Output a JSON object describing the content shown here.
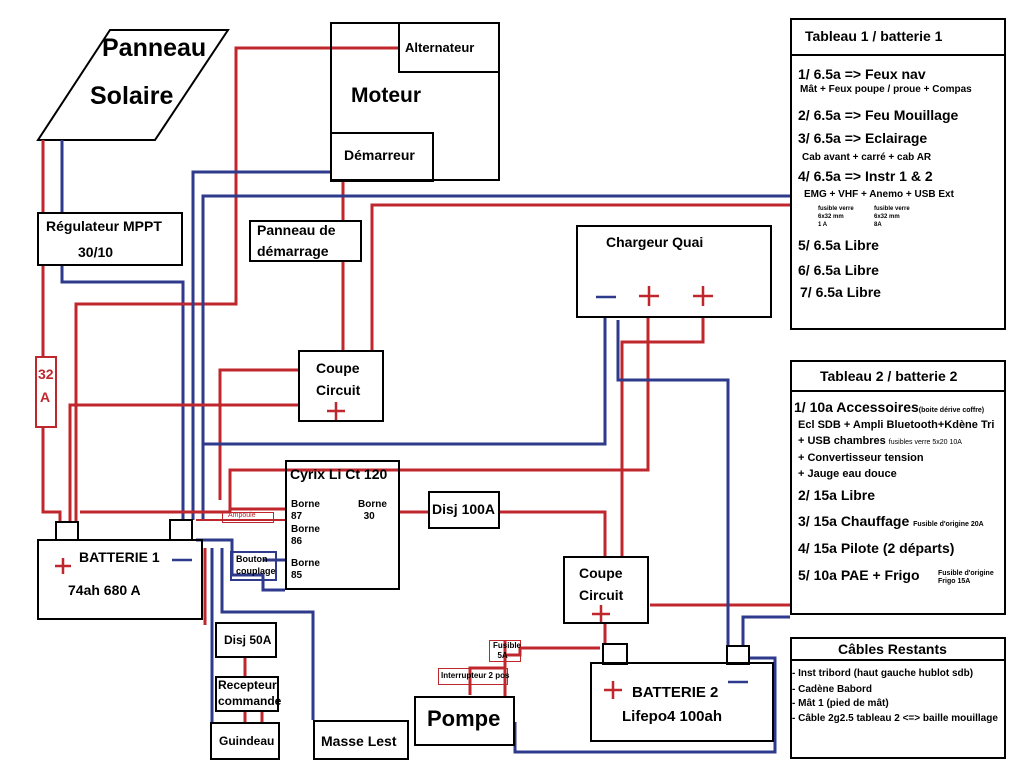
{
  "solar": {
    "line1": "Panneau",
    "line2": "Solaire"
  },
  "regulator": {
    "line1": "Régulateur MPPT",
    "line2": "30/10"
  },
  "fuse32": {
    "line1": "32",
    "line2": "A"
  },
  "engine": {
    "title": "Moteur",
    "alternator": "Alternateur",
    "starter": "Démarreur"
  },
  "start_panel": {
    "line1": "Panneau de",
    "line2": "démarrage"
  },
  "breaker1": {
    "line1": "Coupe",
    "line2": "Circuit"
  },
  "breaker2": {
    "line1": "Coupe",
    "line2": "Circuit"
  },
  "charger": {
    "title": "Chargeur Quai"
  },
  "battery1": {
    "title": "BATTERIE 1",
    "spec": "74ah 680 A"
  },
  "battery2": {
    "title": "BATTERIE 2",
    "spec": "Lifepo4 100ah"
  },
  "cyrix": {
    "title": "Cyrix Li Ct 120",
    "borne": "Borne",
    "b87": "87",
    "b86": "86",
    "b85": "85",
    "b30": "30",
    "bulb": "Ampoule",
    "button_line1": "Bouton",
    "button_line2": "couplage"
  },
  "disj100": {
    "label": "Disj 100A"
  },
  "disj50": {
    "label": "Disj   50A"
  },
  "receiver": {
    "line1": "Recepteur",
    "line2": "commande"
  },
  "windlass": {
    "label": "Guindeau"
  },
  "keel": {
    "label": "Masse Lest"
  },
  "pump": {
    "label": "Pompe",
    "fuse_line1": "Fusible",
    "fuse_line2": "5A",
    "switch": "Interrupteur 2 pos"
  },
  "tableau1": {
    "title": "Tableau 1 / batterie 1",
    "l1": "1/ 6.5a => Feux nav",
    "l1d": "Mât + Feux poupe / proue + Compas",
    "l2": "2/ 6.5a => Feu Mouillage",
    "l3": "3/ 6.5a => Eclairage",
    "l3d": "Cab avant + carré + cab AR",
    "l4": "4/ 6.5a =>  Instr 1 & 2",
    "l4d": "EMG  +   VHF  + Anemo + USB Ext",
    "fuse1a": "fusible verre",
    "fuse1b": "6x32 mm",
    "fuse1c": "1 A",
    "fuse2a": "fusible verre",
    "fuse2b": "6x32 mm",
    "fuse2c": "8A",
    "l5": "5/ 6.5a Libre",
    "l6": "6/ 6.5a  Libre",
    "l7": "7/ 6.5a Libre"
  },
  "tableau2": {
    "title": "Tableau 2 / batterie 2",
    "l1": "1/ 10a Accessoires",
    "l1n": "(boite dérive coffre)",
    "d1": "Ecl SDB + Ampli Bluetooth+Kdène Tri",
    "d2": "+  USB chambres",
    "d2n": "fusibles verre 5x20 10A",
    "d3": "+ Convertisseur tension",
    "d4": "+ Jauge eau douce",
    "l2": "2/ 15a Libre",
    "l3": "3/ 15a Chauffage",
    "l3n": "Fusible d'origine 20A",
    "l4": "4/ 15a Pilote (2 départs)",
    "l5": "5/ 10a PAE + Frigo",
    "l5n1": "Fusible d'origine",
    "l5n2": "Frigo 15A"
  },
  "cables": {
    "title": "Câbles Restants",
    "c1": "- Inst tribord (haut gauche hublot sdb)",
    "c2": "- Cadène Babord",
    "c3": "- Mât 1 (pied de mât)",
    "c4": "- Câble 2g2.5 tableau 2 <=> baille mouillage"
  },
  "colors": {
    "positive_wire": "#c0272d",
    "negative_wire": "#2e3a8c"
  }
}
